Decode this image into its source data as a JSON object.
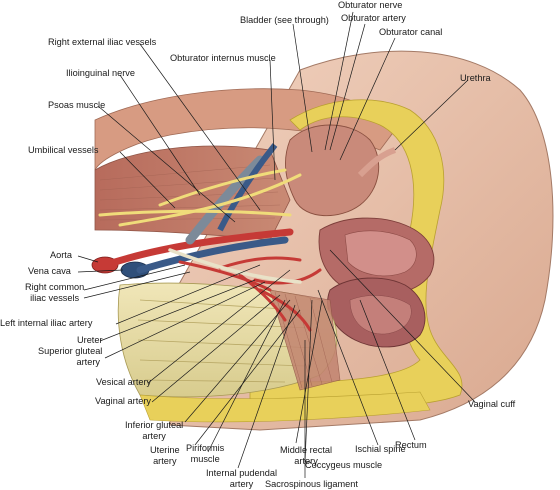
{
  "labels": {
    "obturator_nerve": "Obturator nerve",
    "bladder": "Bladder (see through)",
    "obturator_artery": "Obturator artery",
    "right_external_iliac": "Right external iliac vessels",
    "obturator_canal": "Obturator canal",
    "obturator_internus": "Obturator internus muscle",
    "ilioinguinal_nerve": "Ilioinguinal nerve",
    "urethra": "Urethra",
    "psoas_muscle": "Psoas muscle",
    "umbilical_vessels": "Umbilical vessels",
    "aorta": "Aorta",
    "vena_cava": "Vena cava",
    "right_common_iliac": "Right common\niliac vessels",
    "left_internal_iliac": "Left internal iliac artery",
    "ureter": "Ureter",
    "superior_gluteal": "Superior gluteal\nartery",
    "vesical_artery": "Vesical artery",
    "vaginal_artery": "Vaginal artery",
    "inferior_gluteal": "Inferior gluteal\nartery",
    "uterine_artery": "Uterine\nartery",
    "piriformis": "Piriformis\nmuscle",
    "internal_pudendal": "Internal pudendal\nartery",
    "middle_rectal": "Middle rectal\nartery",
    "coccygeus": "Coccygeus muscle",
    "sacrospinous": "Sacrospinous ligament",
    "ischial_spine": "Ischial spine",
    "rectum": "Rectum",
    "vaginal_cuff": "Vaginal cuff"
  }
}
